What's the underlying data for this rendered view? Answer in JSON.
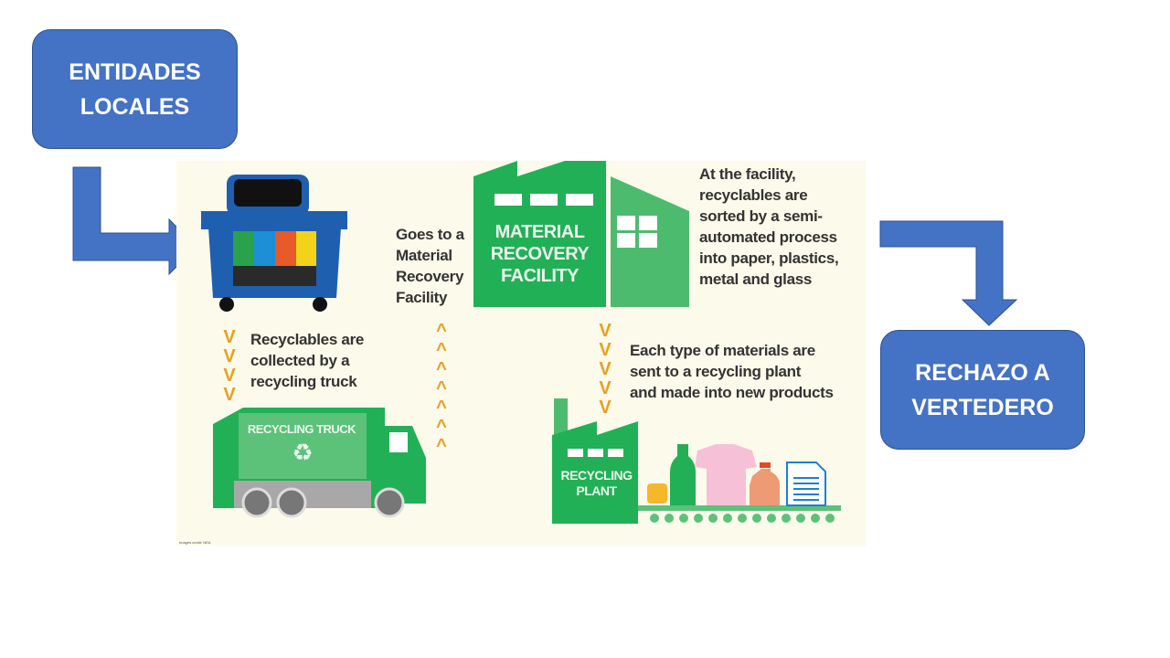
{
  "boxes": {
    "top_left": "ENTIDADES\nLOCALES",
    "right": "RECHAZO A\nVERTEDERO"
  },
  "infographic": {
    "step1": "Recyclables are\ncollected by a\nrecycling truck",
    "step2": "Goes to a\nMaterial\nRecovery\nFacility",
    "step3": "At the facility,\nrecyclables are\nsorted by a semi-\nautomated process\ninto paper, plastics,\nmetal and glass",
    "step4": "Each type of materials are\nsent to a recycling plant\nand made into new products",
    "truck_label": "RECYCLING TRUCK",
    "mrf_label": "MATERIAL\nRECOVERY\nFACILITY",
    "plant_label": "RECYCLING\nPLANT",
    "credit": "Images credit: NEA",
    "down_chevrons": "V\nV\nV\nV",
    "down_chevrons_5": "V\nV\nV\nV\nV",
    "up_chevrons": "^\n^\n^\n^\n^\n^\n^"
  },
  "colors": {
    "box": "#4472c4",
    "green": "#22b057",
    "light_green": "#4dbb6d",
    "chevron": "#e8a020",
    "bg": "#fcfaeb"
  }
}
